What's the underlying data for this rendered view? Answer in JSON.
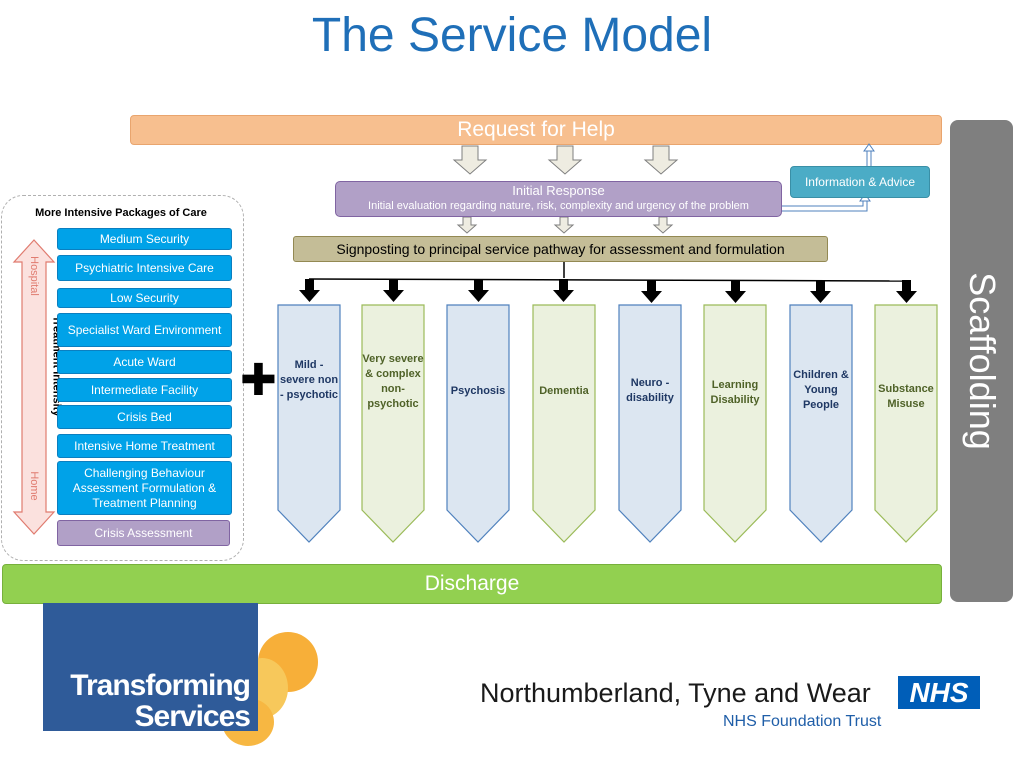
{
  "title": "The Service Model",
  "request_for_help": "Request for Help",
  "information_advice": "Information & Advice",
  "initial_response": {
    "title": "Initial Response",
    "subtitle": "Initial evaluation regarding nature, risk, complexity and urgency of the problem"
  },
  "signposting": "Signposting to principal service pathway for assessment and formulation",
  "scaffolding": "Scaffolding",
  "discharge": "Discharge",
  "left_panel": {
    "title": "More Intensive Packages of Care",
    "axis_label": "Treatment Intensity",
    "top_label": "Hospital",
    "bottom_label": "Home",
    "items": [
      "Medium Security",
      "Psychiatric Intensive Care",
      "Low Security",
      "Specialist Ward Environment",
      "Acute Ward",
      "Intermediate Facility",
      "Crisis Bed",
      "Intensive Home Treatment",
      "Challenging Behaviour Assessment Formulation & Treatment Planning"
    ],
    "crisis_assessment": "Crisis Assessment"
  },
  "pathways": [
    {
      "label": "Mild - severe non - psychotic",
      "fill": "#dce6f1",
      "stroke": "#4f81bd",
      "text_color": "#1f3864"
    },
    {
      "label": "Very severe & complex non- psychotic",
      "fill": "#ebf1de",
      "stroke": "#9bbb59",
      "text_color": "#4f6228"
    },
    {
      "label": "Psychosis",
      "fill": "#dce6f1",
      "stroke": "#4f81bd",
      "text_color": "#1f3864"
    },
    {
      "label": "Dementia",
      "fill": "#ebf1de",
      "stroke": "#9bbb59",
      "text_color": "#4f6228"
    },
    {
      "label": "Neuro - disability",
      "fill": "#dce6f1",
      "stroke": "#4f81bd",
      "text_color": "#1f3864"
    },
    {
      "label": "Learning Disability",
      "fill": "#ebf1de",
      "stroke": "#9bbb59",
      "text_color": "#4f6228"
    },
    {
      "label": "Children & Young People",
      "fill": "#dce6f1",
      "stroke": "#4f81bd",
      "text_color": "#1f3864"
    },
    {
      "label": "Substance Misuse",
      "fill": "#ebf1de",
      "stroke": "#9bbb59",
      "text_color": "#4f6228"
    }
  ],
  "logo": {
    "transforming_services": "Transforming Services",
    "trust_name": "Northumberland, Tyne and Wear",
    "trust_sub": "NHS Foundation Trust",
    "nhs": "NHS"
  }
}
